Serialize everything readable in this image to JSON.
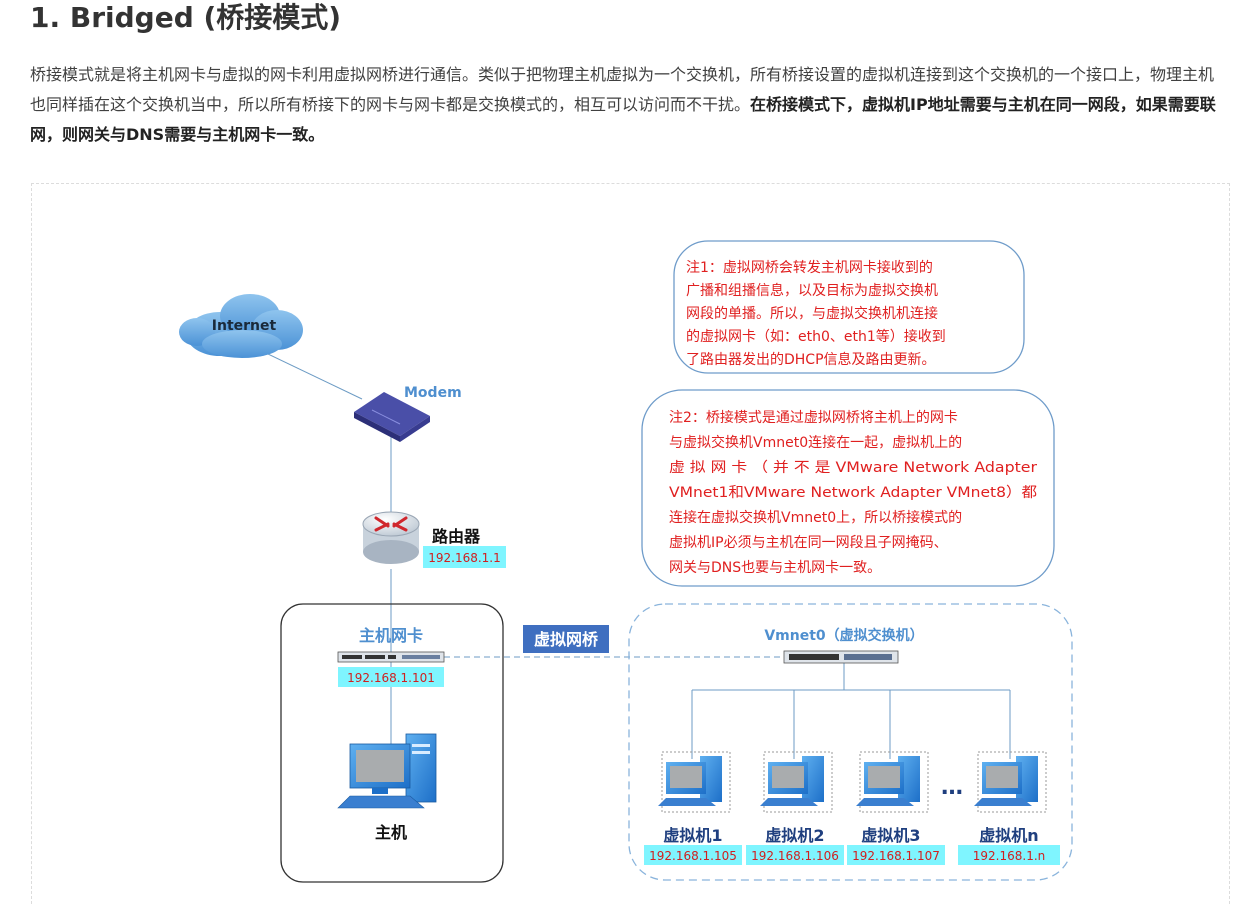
{
  "heading": "1. Bridged (桥接模式)",
  "paragraph": {
    "normal": "桥接模式就是将主机网卡与虚拟的网卡利用虚拟网桥进行通信。类似于把物理主机虚拟为一个交换机，所有桥接设置的虚拟机连接到这个交换机的一个接口上，物理主机也同样插在这个交换机当中，所以所有桥接下的网卡与网卡都是交换模式的，相互可以访问而不干扰。",
    "bold": "在桥接模式下，虚拟机IP地址需要与主机在同一网段，如果需要联网，则网关与DNS需要与主机网卡一致。"
  },
  "diagram": {
    "internet": "Internet",
    "modem": "Modem",
    "router": "路由器",
    "router_ip": "192.168.1.1",
    "host_nic": "主机网卡",
    "host_ip": "192.168.1.101",
    "host": "主机",
    "bridge": "虚拟网桥",
    "vswitch": "Vmnet0（虚拟交换机）",
    "ellipsis": "…",
    "vms": [
      {
        "name": "虚拟机1",
        "ip": "192.168.1.105"
      },
      {
        "name": "虚拟机2",
        "ip": "192.168.1.106"
      },
      {
        "name": "虚拟机3",
        "ip": "192.168.1.107"
      },
      {
        "name": "虚拟机n",
        "ip": "192.168.1.n"
      }
    ],
    "note1": [
      "注1：虚拟网桥会转发主机网卡接收到的",
      "广播和组播信息，以及目标为虚拟交换机",
      "网段的单播。所以，与虚拟交换机机连接",
      "的虚拟网卡（如：eth0、eth1等）接收到",
      "了路由器发出的DHCP信息及路由更新。"
    ],
    "note2": [
      "注2：桥接模式是通过虚拟网桥将主机上的网卡",
      "与虚拟交换机Vmnet0连接在一起，虚拟机上的",
      "虚 拟 网 卡 （ 并 不 是 VMware Network Adapter",
      "VMnet1和VMware Network Adapter VMnet8）都",
      "连接在虚拟交换机Vmnet0上，所以桥接模式的",
      "虚拟机IP必须与主机在同一网段且子网掩码、",
      "网关与DNS也要与主机网卡一致。"
    ],
    "colors": {
      "note_text": "#e02020",
      "ip_bg": "#7ff5ff",
      "ip_text": "#d02020",
      "label_blue": "#4f8fcf",
      "bridge_bg": "#3f6fc0",
      "vm_label": "#1f3f7f"
    }
  }
}
